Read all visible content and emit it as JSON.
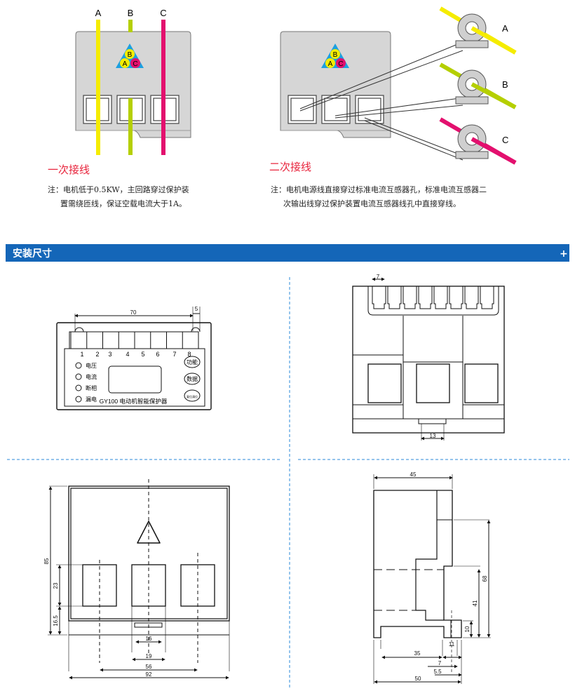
{
  "wiring": {
    "phase_labels": [
      "A",
      "B",
      "C"
    ],
    "triangle_labels": [
      "B",
      "A",
      "C"
    ],
    "primary": {
      "title": "一次接线",
      "note_line1": "注：电机低于0.5KW，主回路穿过保护装",
      "note_line2": "置需绕匝线，保证空载电流大于1A。"
    },
    "secondary": {
      "title": "二次接线",
      "note_line1": "注：电机电源线直接穿过标准电流互感器孔，标准电流互感器二",
      "note_line2": "次输出线穿过保护装置电流互感器线孔中直接穿线。"
    },
    "colors": {
      "phase_a": "#f5ec00",
      "phase_b": "#b5cf00",
      "phase_c": "#e3106e",
      "title_red": "#e8243c",
      "triangle": "#1ca0e0"
    }
  },
  "section": {
    "title": "安装尺寸",
    "expand_label": "+",
    "color": "#1466b8"
  },
  "front_panel": {
    "dim_width": "70",
    "dim_pin": "5",
    "terminals": [
      "1",
      "2",
      "3",
      "4",
      "5",
      "6",
      "7",
      "8"
    ],
    "indicators": [
      "电压",
      "电流",
      "断相",
      "漏电"
    ],
    "buttons": [
      "功能",
      "数据",
      "复位清位"
    ],
    "model_label": "GY100  电动机智能保护器"
  },
  "top_view": {
    "dim_pitch": "7",
    "dim_tab": "13"
  },
  "bottom_view": {
    "dims": {
      "height": "85",
      "window": "23",
      "offset": "16.5",
      "tab": "16",
      "window_width": "19",
      "spacing": "56",
      "width": "92"
    }
  },
  "side_view": {
    "dims": {
      "top": "45",
      "h68": "68",
      "h41": "41",
      "h10": "10",
      "w11": "11",
      "w35": "35",
      "w7": "7",
      "w5_5": "5.5",
      "w50": "50"
    }
  }
}
